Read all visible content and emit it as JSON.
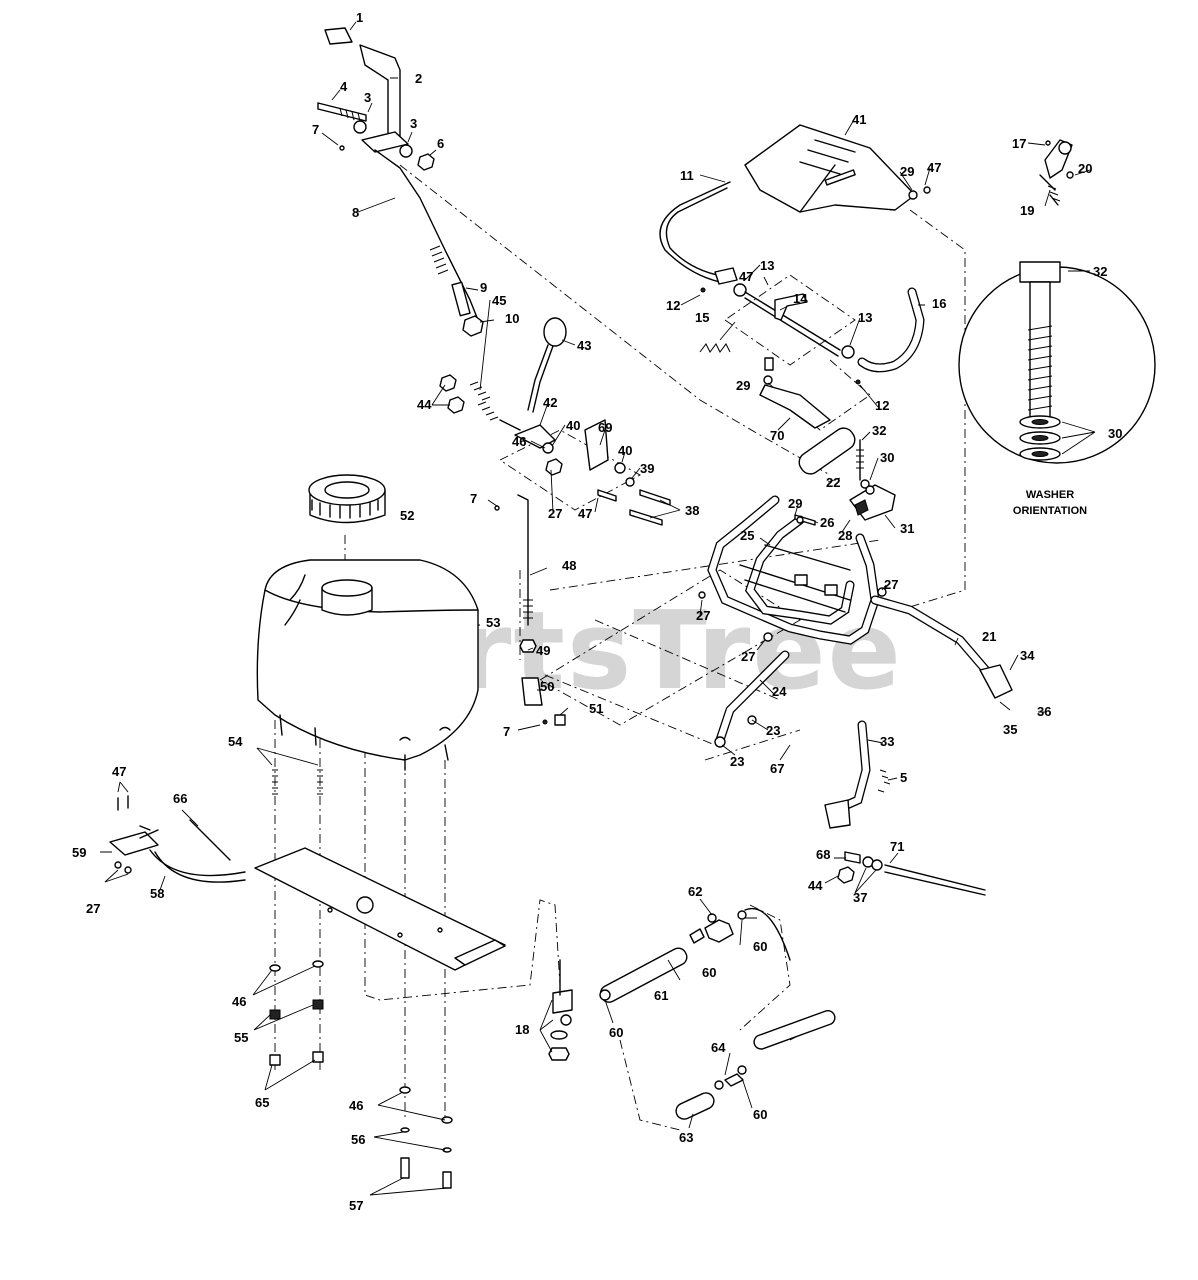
{
  "watermark": "PartsTree",
  "detail": {
    "caption_line1": "WASHER",
    "caption_line2": "ORIENTATION",
    "labels": [
      "32",
      "30"
    ]
  },
  "labels": [
    "1",
    "2",
    "3",
    "4",
    "3",
    "6",
    "7",
    "8",
    "9",
    "10",
    "11",
    "12",
    "13",
    "14",
    "15",
    "13",
    "16",
    "12",
    "17",
    "20",
    "19",
    "41",
    "29",
    "47",
    "43",
    "44",
    "45",
    "42",
    "40",
    "69",
    "40",
    "39",
    "38",
    "46",
    "27",
    "47",
    "7",
    "47",
    "29",
    "70",
    "32",
    "30",
    "22",
    "26",
    "29",
    "28",
    "31",
    "25",
    "52",
    "48",
    "53",
    "27",
    "21",
    "34",
    "27",
    "27",
    "49",
    "24",
    "50",
    "23",
    "23",
    "51",
    "7",
    "67",
    "35",
    "36",
    "54",
    "33",
    "5",
    "47",
    "66",
    "59",
    "27",
    "58",
    "68",
    "71",
    "44",
    "37",
    "62",
    "60",
    "60",
    "61",
    "18",
    "60",
    "64",
    "60",
    "63",
    "46",
    "55",
    "65",
    "46",
    "56",
    "57"
  ]
}
